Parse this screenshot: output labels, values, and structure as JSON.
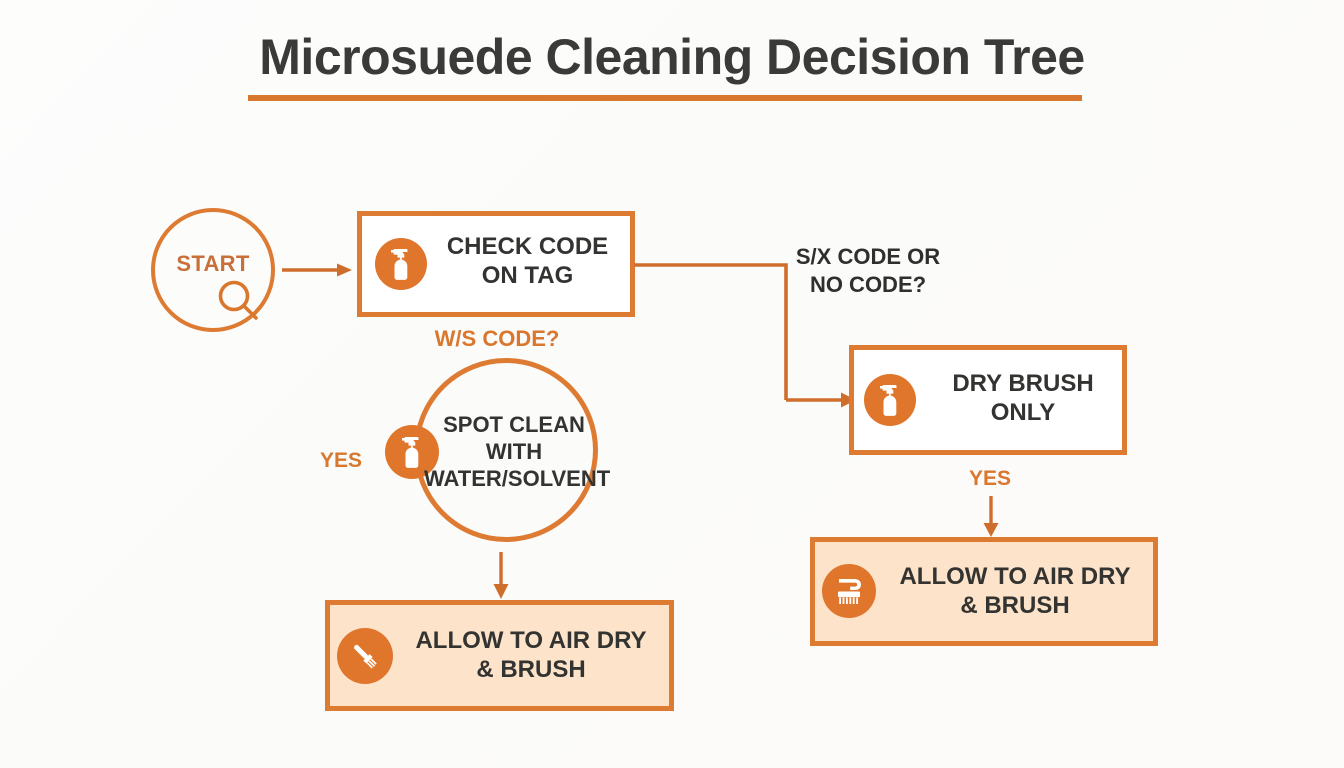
{
  "page": {
    "title": "Microsuede Cleaning Decision Tree",
    "background_color": "#fcfcfb",
    "accent_color": "#dd7b33",
    "accent_fill": "#fce3ca",
    "text_color": "#333331"
  },
  "nodes": {
    "start": {
      "label": "START",
      "shape": "circle",
      "icon": "magnifier-icon"
    },
    "check_code": {
      "label": "CHECK CODE\nON TAG",
      "shape": "rectangle",
      "fill": "white",
      "icon": "spray-bottle-icon"
    },
    "spot_clean": {
      "label": "SPOT CLEAN\nWITH\nWATER/SOLVENT",
      "shape": "circle",
      "icon": "spray-bottle-icon"
    },
    "dry_brush": {
      "label": "DRY BRUSH\nONLY",
      "shape": "rectangle",
      "fill": "white",
      "icon": "spray-bottle-icon"
    },
    "air_dry_left": {
      "label": "ALLOW TO AIR DRY\n& BRUSH",
      "shape": "rectangle",
      "fill": "peach",
      "icon": "paint-brush-icon"
    },
    "air_dry_right": {
      "label": "ALLOW TO AIR DRY\n& BRUSH",
      "shape": "rectangle",
      "fill": "peach",
      "icon": "scrub-brush-icon"
    }
  },
  "edge_labels": {
    "ws_code": "W/S CODE?",
    "sx_code": "S/X CODE OR\nNO CODE?",
    "yes_left": "YES",
    "yes_right": "YES"
  },
  "chart_data": {
    "type": "diagram",
    "diagram_kind": "decision-tree-flowchart",
    "title": "Microsuede Cleaning Decision Tree",
    "nodes": [
      {
        "id": "start",
        "label": "START",
        "shape": "circle",
        "icon": "magnifier"
      },
      {
        "id": "check_code",
        "label": "CHECK CODE ON TAG",
        "shape": "rectangle",
        "icon": "spray-bottle"
      },
      {
        "id": "spot_clean",
        "label": "SPOT CLEAN WITH WATER/SOLVENT",
        "shape": "circle",
        "icon": "spray-bottle"
      },
      {
        "id": "dry_brush",
        "label": "DRY BRUSH ONLY",
        "shape": "rectangle",
        "icon": "spray-bottle"
      },
      {
        "id": "air_dry_left",
        "label": "ALLOW TO AIR DRY & BRUSH",
        "shape": "rectangle",
        "icon": "paint-brush"
      },
      {
        "id": "air_dry_right",
        "label": "ALLOW TO AIR DRY & BRUSH",
        "shape": "rectangle",
        "icon": "scrub-brush"
      }
    ],
    "edges": [
      {
        "from": "start",
        "to": "check_code",
        "label": ""
      },
      {
        "from": "check_code",
        "to": "spot_clean",
        "label": "W/S CODE?"
      },
      {
        "from": "check_code",
        "to": "dry_brush",
        "label": "S/X CODE OR NO CODE?"
      },
      {
        "from": "spot_clean",
        "to": "air_dry_left",
        "label": "YES"
      },
      {
        "from": "dry_brush",
        "to": "air_dry_right",
        "label": "YES"
      }
    ]
  }
}
